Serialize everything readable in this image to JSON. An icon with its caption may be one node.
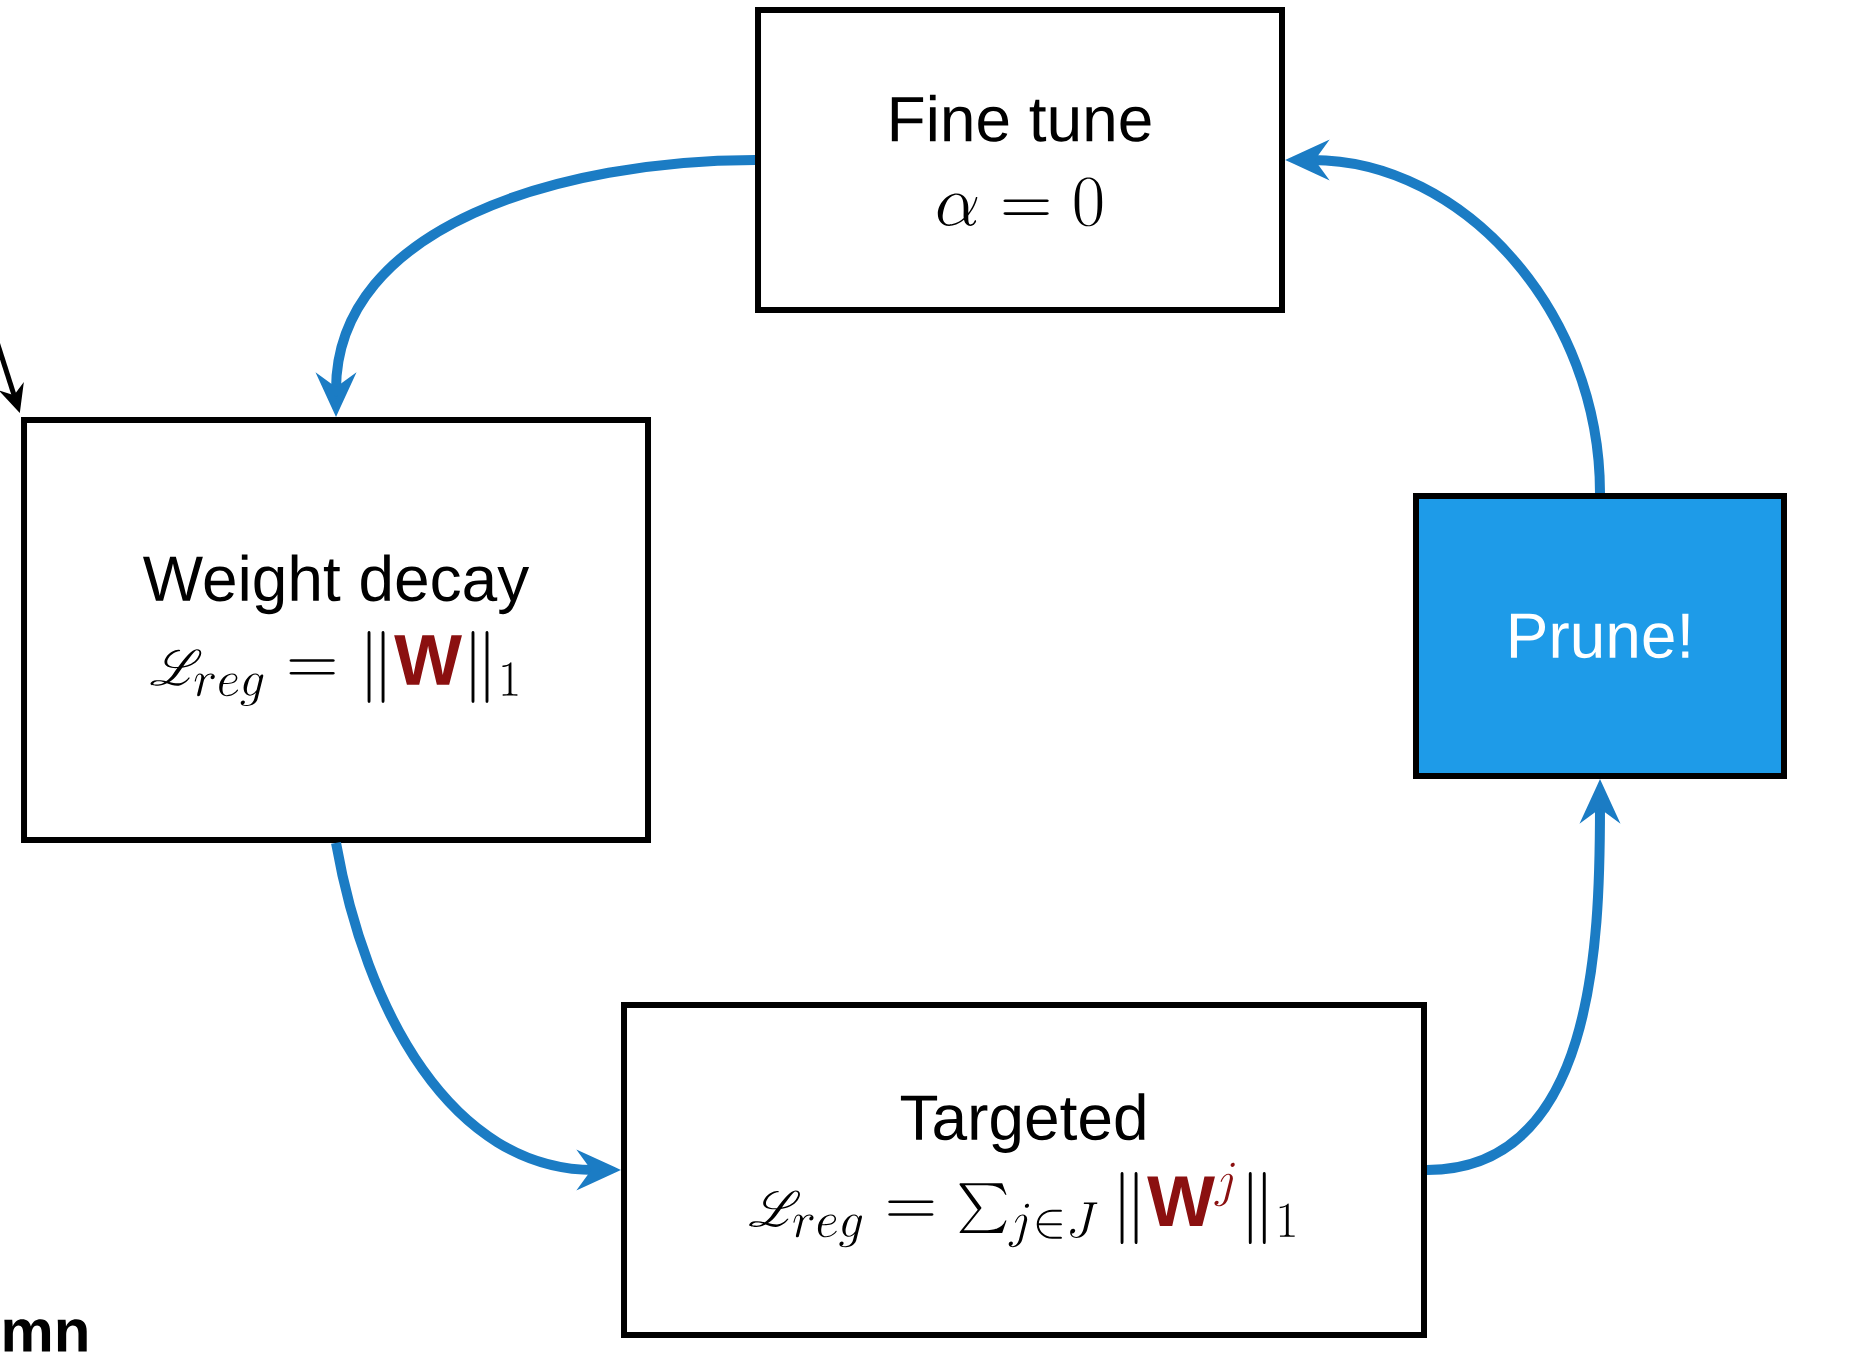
{
  "diagram": {
    "nodes": [
      {
        "text": [
          "Fine tune",
          "\\alpha = 0"
        ]
      },
      {
        "text": [
          "Weight decay",
          "\\mathscr{L}_{reg} = \\|\\textcolor[HTML]{8B1010}{\\textbf{W}}\\|_1"
        ]
      },
      {
        "text": [
          "Targeted",
          "\\mathscr{L}_{reg} = \\sum_{j\\in J} \\|\\textcolor[HTML]{8B1010}{\\textbf{W}^{j}}\\|_1"
        ]
      },
      {
        "text": [
          "Prune!"
        ]
      }
    ],
    "edges": [
      {
        "from": 0,
        "to": 1,
        "arrow": "to"
      },
      {
        "from": 1,
        "to": 2,
        "arrow": "to"
      },
      {
        "from": 2,
        "to": 3,
        "arrow": "to"
      },
      {
        "from": 3,
        "to": 0,
        "arrow": "to"
      },
      {
        "from": null,
        "to": 1,
        "arrow": "to",
        "color": "#000000"
      }
    ],
    "labels": [
      "mn"
    ]
  }
}
